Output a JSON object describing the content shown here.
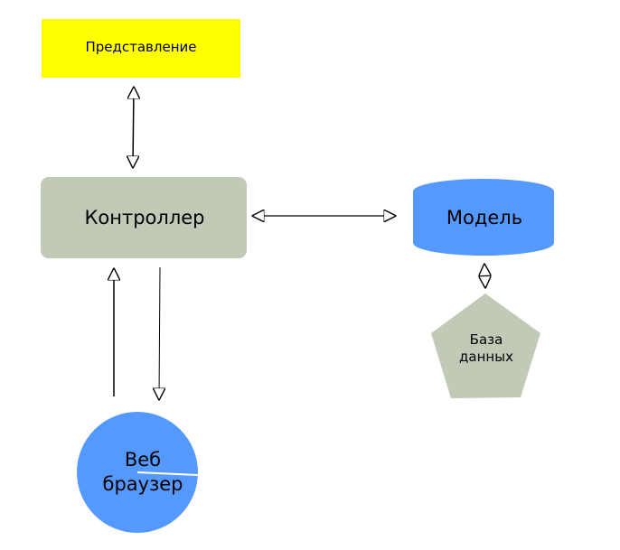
{
  "nodes": {
    "view": {
      "label": "Представление",
      "shape": "rectangle",
      "color": "#ffff00"
    },
    "controller": {
      "label": "Контроллер",
      "shape": "rounded-rectangle",
      "color": "#c0cab6"
    },
    "model": {
      "label": "Модель",
      "shape": "cylinder",
      "color": "#5599ff"
    },
    "database": {
      "label_line1": "База",
      "label_line2": "данных",
      "shape": "pentagon",
      "color": "#c0cab6"
    },
    "browser": {
      "label_line1": "Веб",
      "label_line2": "браузер",
      "shape": "circle",
      "color": "#5599ff"
    }
  },
  "edges": [
    {
      "from": "view",
      "to": "controller",
      "direction": "both"
    },
    {
      "from": "controller",
      "to": "model",
      "direction": "both"
    },
    {
      "from": "model",
      "to": "database",
      "direction": "both"
    },
    {
      "from": "browser",
      "to": "controller",
      "direction": "forward"
    },
    {
      "from": "controller",
      "to": "browser",
      "direction": "forward"
    }
  ]
}
